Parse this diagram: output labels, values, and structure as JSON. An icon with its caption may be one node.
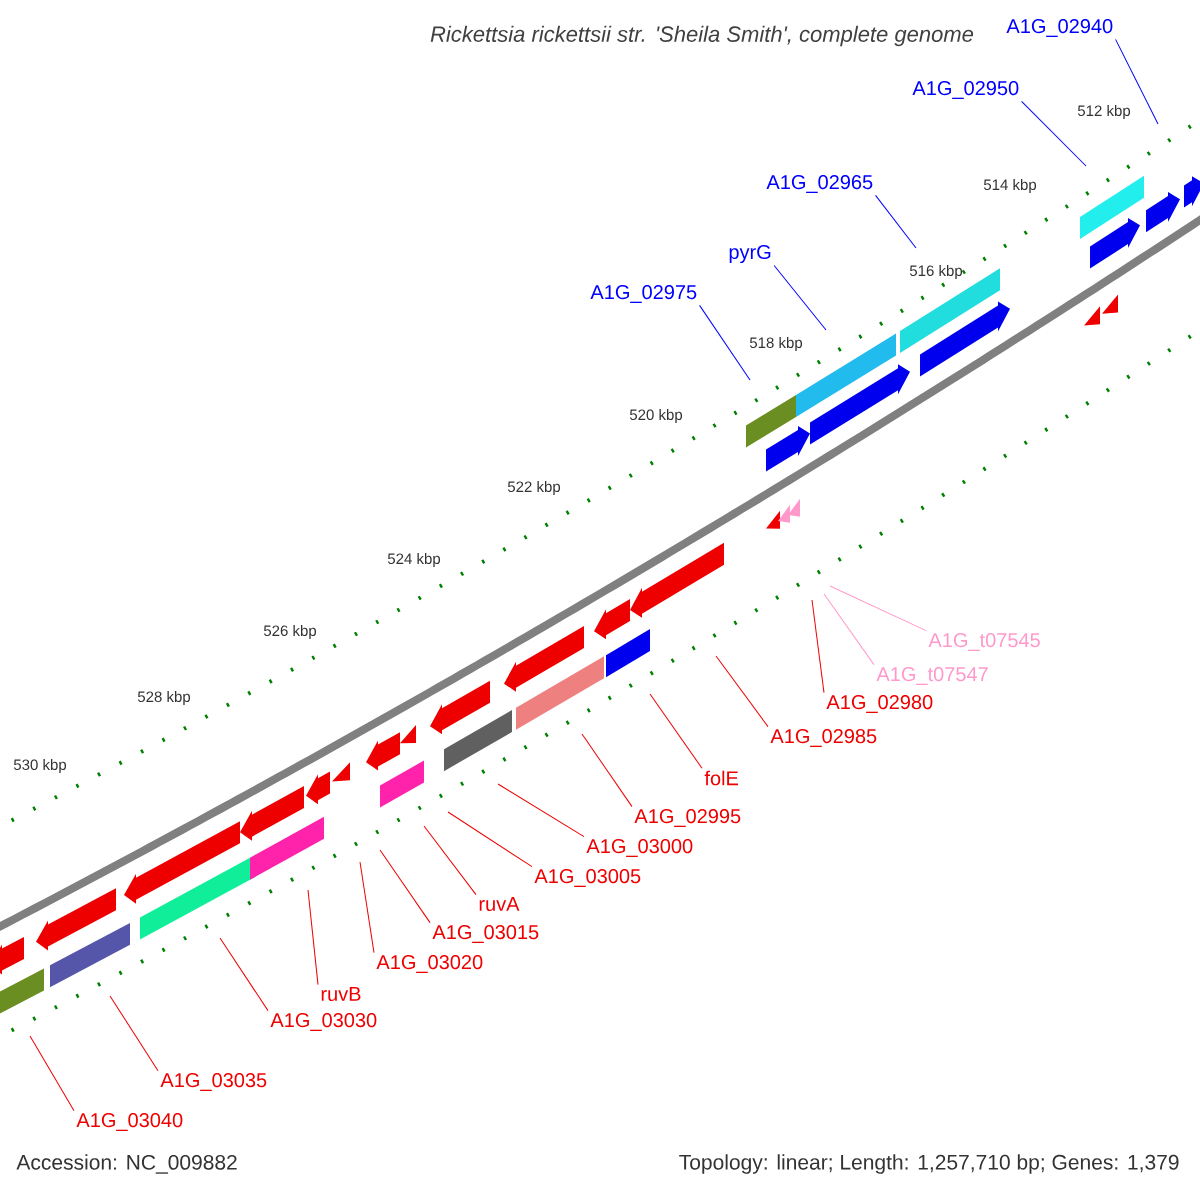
{
  "diagram": {
    "title": "Rickettsia rickettsii str. 'Sheila Smith', complete genome",
    "nodes": [
      {
        "text": [
          "A1G_02940"
        ]
      },
      {
        "text": [
          "A1G_02950"
        ]
      },
      {
        "text": [
          "A1G_02965"
        ]
      },
      {
        "text": [
          "pyrG"
        ]
      },
      {
        "text": [
          "A1G_02975"
        ]
      },
      {
        "text": [
          "A1G_t07545"
        ]
      },
      {
        "text": [
          "A1G_t07547"
        ]
      },
      {
        "text": [
          "A1G_02980"
        ]
      },
      {
        "text": [
          "A1G_02985"
        ]
      },
      {
        "text": [
          "folE"
        ]
      },
      {
        "text": [
          "A1G_02995"
        ]
      },
      {
        "text": [
          "A1G_03000"
        ]
      },
      {
        "text": [
          "A1G_03005"
        ]
      },
      {
        "text": [
          "ruvA"
        ]
      },
      {
        "text": [
          "A1G_03015"
        ]
      },
      {
        "text": [
          "A1G_03020"
        ]
      },
      {
        "text": [
          "ruvB"
        ]
      },
      {
        "text": [
          "A1G_03030"
        ]
      },
      {
        "text": [
          "A1G_03035"
        ]
      },
      {
        "text": [
          "A1G_03040"
        ]
      }
    ],
    "edges": [
      {
        "from": 0,
        "to": null,
        "arrow": "none",
        "color": "#0000ff"
      },
      {
        "from": 1,
        "to": null,
        "arrow": "none",
        "color": "#0000ff"
      },
      {
        "from": 2,
        "to": null,
        "arrow": "none",
        "color": "#0000ff"
      },
      {
        "from": 3,
        "to": null,
        "arrow": "none",
        "color": "#0000ff"
      },
      {
        "from": 4,
        "to": null,
        "arrow": "none",
        "color": "#0000ff"
      },
      {
        "from": 5,
        "to": null,
        "arrow": "none",
        "color": "#ff99cc"
      },
      {
        "from": 6,
        "to": null,
        "arrow": "none",
        "color": "#ff99cc"
      },
      {
        "from": 7,
        "to": null,
        "arrow": "none"
      },
      {
        "from": 8,
        "to": null,
        "arrow": "none"
      },
      {
        "from": 9,
        "to": null,
        "arrow": "none"
      },
      {
        "from": 10,
        "to": null,
        "arrow": "none"
      },
      {
        "from": 11,
        "to": null,
        "arrow": "none"
      },
      {
        "from": 12,
        "to": null,
        "arrow": "none"
      },
      {
        "from": 13,
        "to": null,
        "arrow": "none"
      },
      {
        "from": 14,
        "to": null,
        "arrow": "none"
      },
      {
        "from": 15,
        "to": null,
        "arrow": "none"
      },
      {
        "from": 16,
        "to": null,
        "arrow": "none"
      },
      {
        "from": 17,
        "to": null,
        "arrow": "none"
      },
      {
        "from": 18,
        "to": null,
        "arrow": "none"
      },
      {
        "from": 19,
        "to": null,
        "arrow": "none"
      }
    ],
    "labels": [
      "512 kbp",
      "514 kbp",
      "516 kbp",
      "518 kbp",
      "520 kbp",
      "522 kbp",
      "524 kbp",
      "526 kbp",
      "528 kbp",
      "530 kbp",
      "Accession: NC_009882",
      "Topology: linear; Length: 1,257,710 bp; Genes: 1,379"
    ]
  }
}
